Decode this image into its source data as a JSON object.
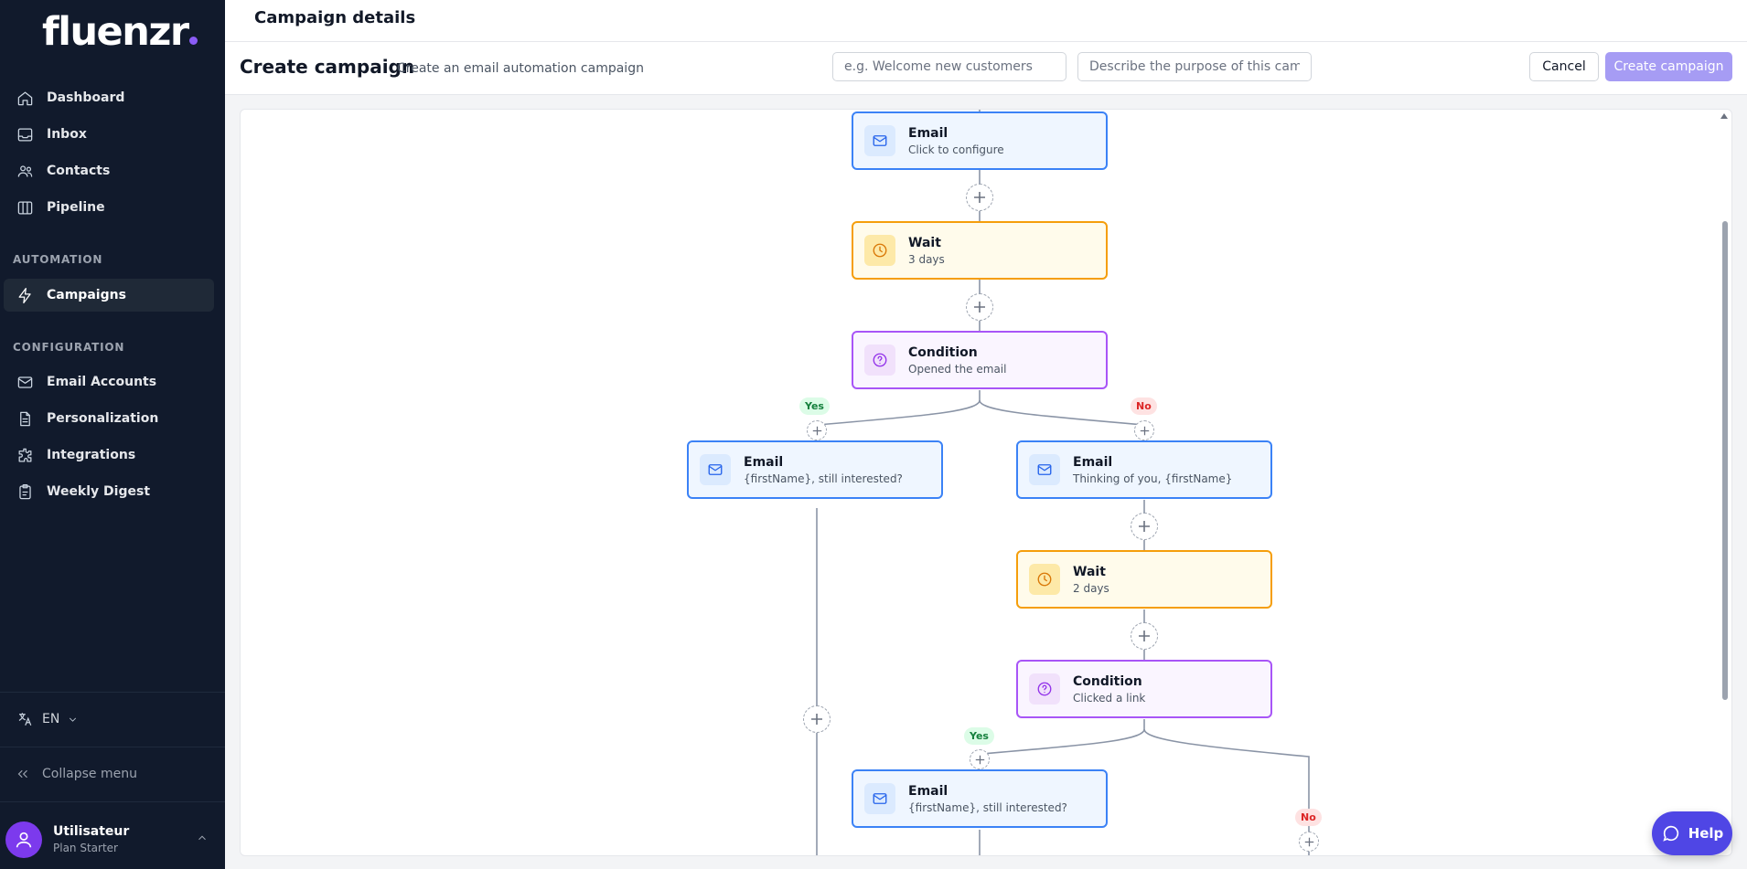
{
  "brand": {
    "name": "fluenzr"
  },
  "sidebar": {
    "items": [
      {
        "label": "Dashboard",
        "icon": "home-icon"
      },
      {
        "label": "Inbox",
        "icon": "inbox-icon"
      },
      {
        "label": "Contacts",
        "icon": "users-icon"
      },
      {
        "label": "Pipeline",
        "icon": "columns-icon"
      }
    ],
    "automation_title": "AUTOMATION",
    "automation_items": [
      {
        "label": "Campaigns",
        "icon": "zap-icon",
        "active": true
      }
    ],
    "configuration_title": "CONFIGURATION",
    "configuration_items": [
      {
        "label": "Email Accounts",
        "icon": "mail-icon"
      },
      {
        "label": "Personalization",
        "icon": "file-icon"
      },
      {
        "label": "Integrations",
        "icon": "puzzle-icon"
      },
      {
        "label": "Weekly Digest",
        "icon": "clipboard-icon"
      }
    ],
    "language": "EN",
    "collapse_label": "Collapse menu",
    "user": {
      "name": "Utilisateur",
      "plan": "Plan Starter"
    }
  },
  "header": {
    "title": "Campaign details"
  },
  "subheader": {
    "title": "Create campaign",
    "subtitle": "Create an email automation campaign",
    "name_placeholder": "e.g. Welcome new customers",
    "description_placeholder": "Describe the purpose of this campaign",
    "cancel_label": "Cancel",
    "create_label": "Create campaign"
  },
  "flow": {
    "nodes": [
      {
        "type": "email",
        "title": "Email",
        "subtitle": "Click to configure"
      },
      {
        "type": "wait",
        "title": "Wait",
        "subtitle": "3 days"
      },
      {
        "type": "condition",
        "title": "Condition",
        "subtitle": "Opened the email"
      },
      {
        "type": "email",
        "title": "Email",
        "subtitle": "{firstName}, still interested?"
      },
      {
        "type": "email",
        "title": "Email",
        "subtitle": "Thinking of you, {firstName}"
      },
      {
        "type": "wait",
        "title": "Wait",
        "subtitle": "2 days"
      },
      {
        "type": "condition",
        "title": "Condition",
        "subtitle": "Clicked a link"
      },
      {
        "type": "email",
        "title": "Email",
        "subtitle": "{firstName}, still interested?"
      }
    ],
    "yes_label": "Yes",
    "no_label": "No"
  },
  "help_label": "Help",
  "colors": {
    "sidebar_bg": "#111a2c",
    "accent": "#8b5cf6",
    "primary_button": "#a69cf4",
    "help_button": "#4f46e5",
    "email_border": "#3b82f6",
    "wait_border": "#f59e0b",
    "condition_border": "#a855f7"
  }
}
